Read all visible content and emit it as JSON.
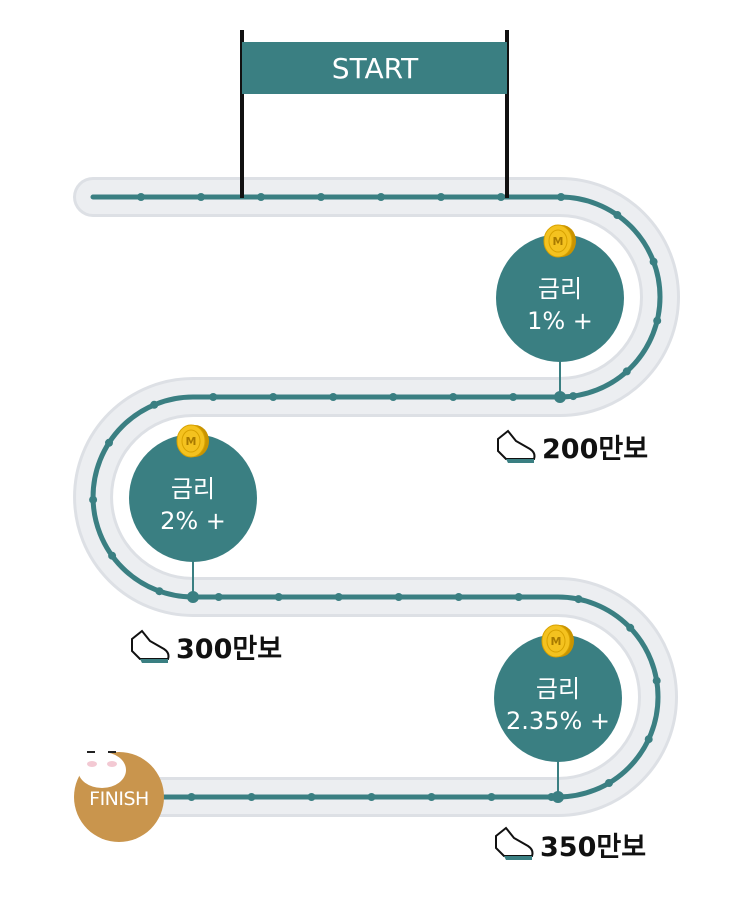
{
  "start_label": "START",
  "finish_label": "FINISH",
  "coin_letter": "M",
  "milestones": [
    {
      "rate_title": "금리",
      "rate_value": "1% +",
      "steps": "200만보"
    },
    {
      "rate_title": "금리",
      "rate_value": "2% +",
      "steps": "300만보"
    },
    {
      "rate_title": "금리",
      "rate_value": "2.35% +",
      "steps": "350만보"
    }
  ],
  "colors": {
    "teal": "#3a7f82",
    "track": "#eceef1",
    "track_border": "#dde0e5",
    "finish": "#c9954d",
    "coin": "#f4c21f",
    "pole": "#111111"
  },
  "icons": {
    "steps": "sneaker-icon",
    "bonus": "coin-icon",
    "mascot": "mascot-icon"
  }
}
